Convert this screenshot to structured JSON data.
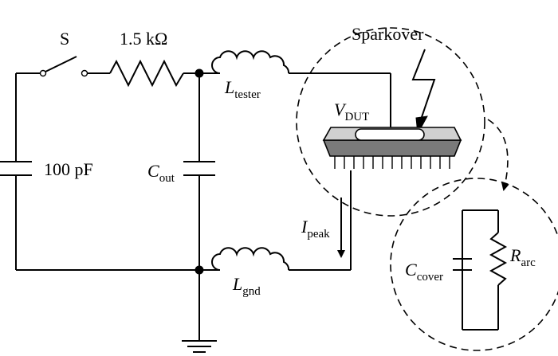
{
  "labels": {
    "switch": "S",
    "resistor": "1.5 kΩ",
    "source_cap": "100 pF",
    "cout_main": "C",
    "cout_sub": "out",
    "ltester_main": "L",
    "ltester_sub": "tester",
    "lgnd_main": "L",
    "lgnd_sub": "gnd",
    "ipeak_main": "I",
    "ipeak_sub": "peak",
    "vdut_main": "V",
    "vdut_sub": "DUT",
    "sparkover": "Sparkover",
    "ccover_main": "C",
    "ccover_sub": "cover",
    "rarc_main": "R",
    "rarc_sub": "arc"
  },
  "icons": {
    "dut_chip": "ic-chip-icon",
    "ground": "ground-symbol-icon",
    "spark": "lightning-bolt-icon"
  }
}
